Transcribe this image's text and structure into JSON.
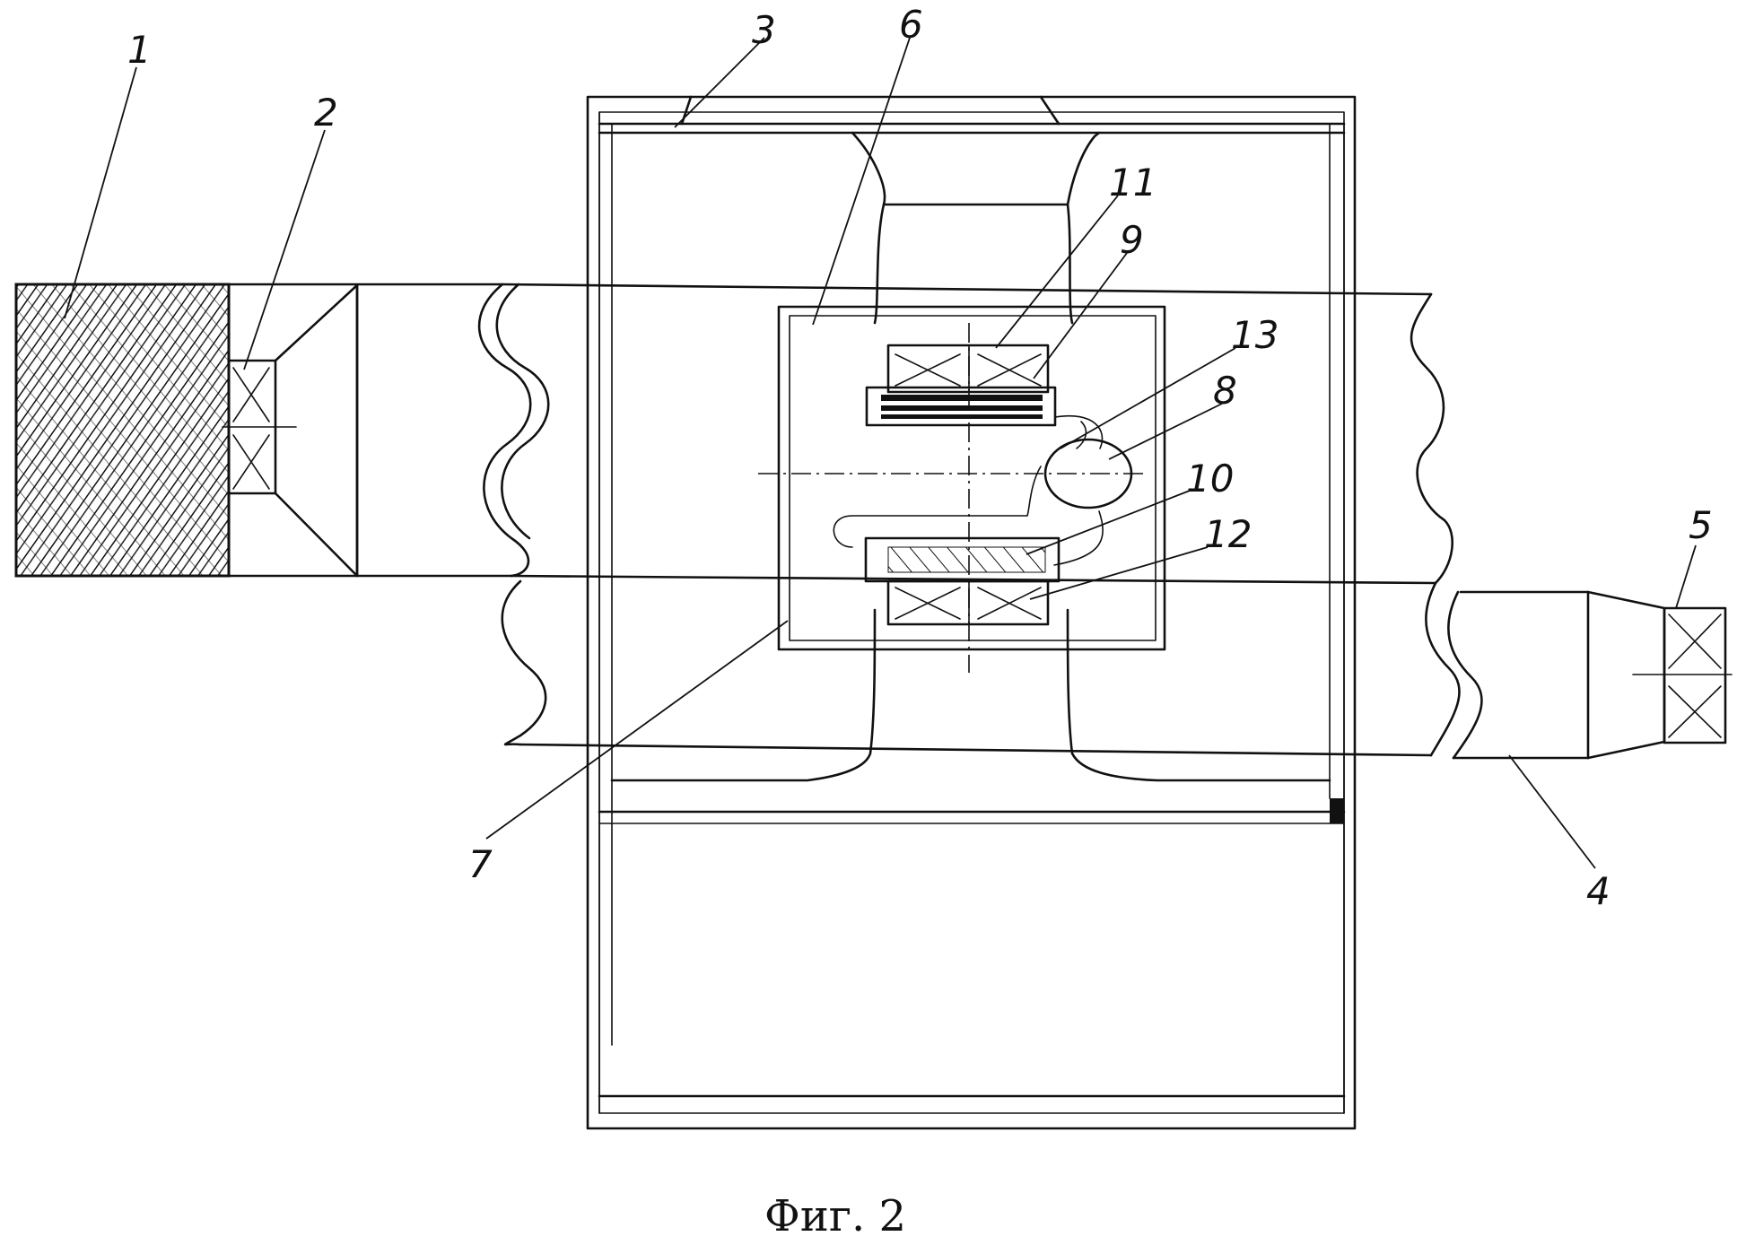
{
  "figure": {
    "caption": "Фиг. 2",
    "reference_numerals": [
      "1",
      "2",
      "3",
      "4",
      "5",
      "6",
      "7",
      "8",
      "9",
      "10",
      "11",
      "12",
      "13"
    ]
  }
}
